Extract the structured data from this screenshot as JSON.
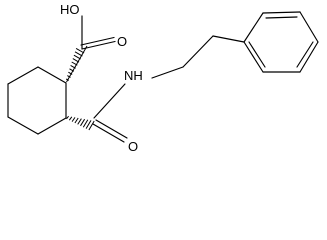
{
  "molecule": {
    "atoms": {
      "hydroxyl": "HO",
      "acid_oxygen": "O",
      "amide_nitrogen": "NH",
      "amide_oxygen": "O"
    },
    "colors": {
      "bond": "#000000",
      "label": "#000000",
      "background": "#ffffff"
    }
  }
}
